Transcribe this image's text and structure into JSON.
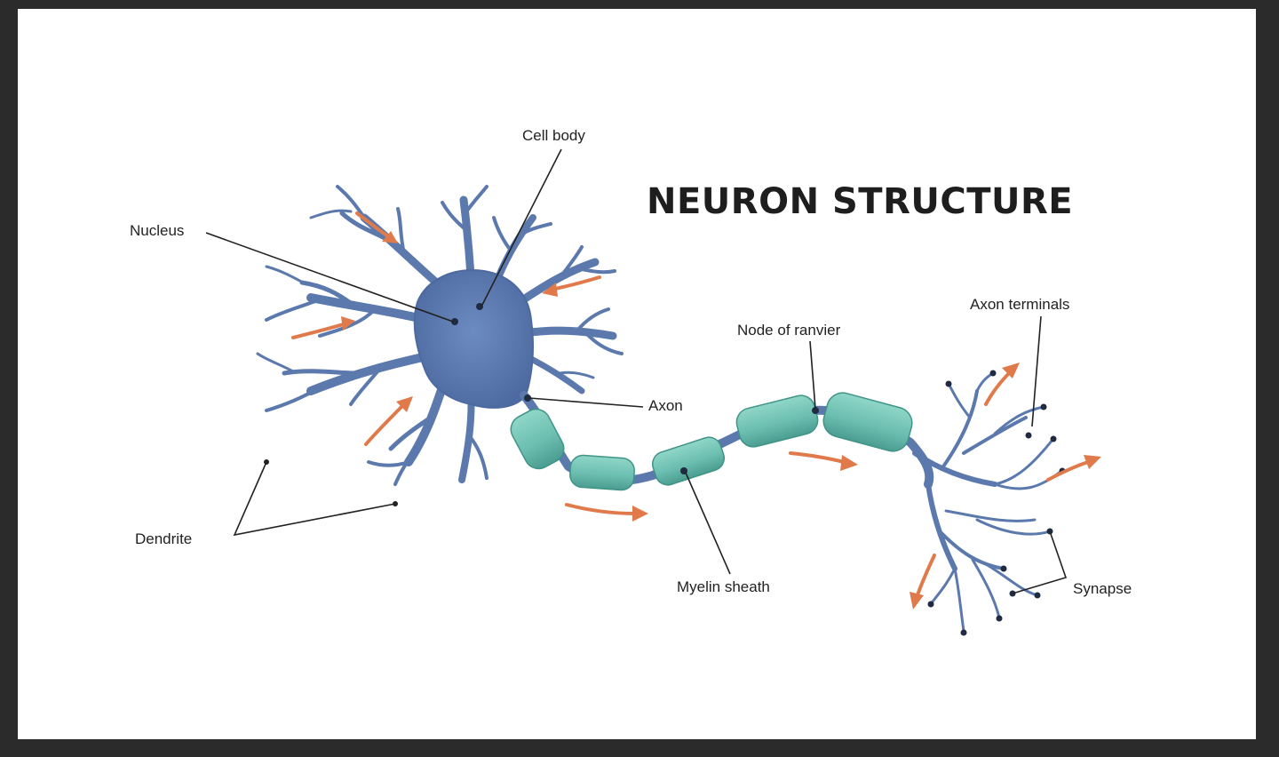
{
  "diagram": {
    "title": "NEURON STRUCTURE",
    "labels": {
      "cell_body": "Cell body",
      "nucleus": "Nucleus",
      "axon": "Axon",
      "node_of_ranvier": "Node of ranvier",
      "axon_terminals": "Axon terminals",
      "dendrite": "Dendrite",
      "myelin_sheath": "Myelin sheath",
      "synapse": "Synapse"
    },
    "colors": {
      "background": "#ffffff",
      "frame": "#2b2b2b",
      "neuron": "#5b79ad",
      "neuron_dark": "#445f92",
      "myelin": "#6fc2b4",
      "myelin_dark": "#3f9486",
      "signal_arrow": "#e07a4a",
      "leader_line": "#222222"
    },
    "icons": {
      "signal": "arrow-icon"
    }
  }
}
